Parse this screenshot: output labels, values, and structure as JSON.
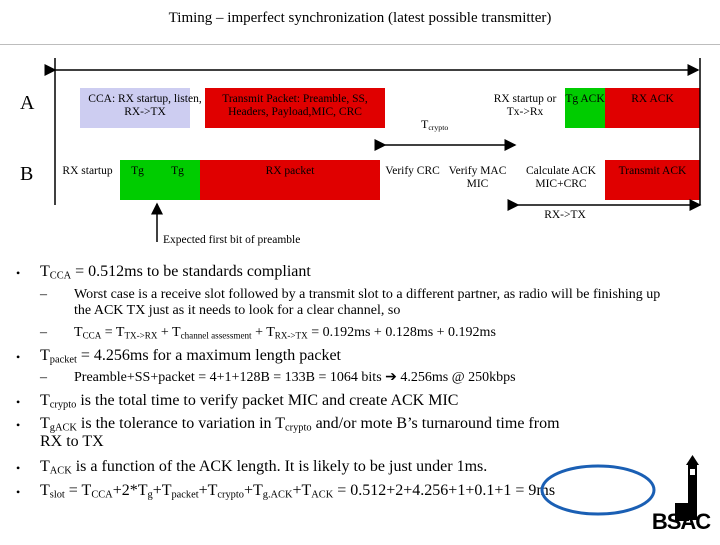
{
  "title": "Timing – imperfect synchronization (latest possible transmitter)",
  "rows": {
    "a": "A",
    "b": "B"
  },
  "row_a": {
    "cca": "CCA: RX startup, listen, RX->TX",
    "tx_packet": "Transmit Packet: Preamble, SS, Headers, Payload,MIC, CRC",
    "t_crypto": "T",
    "t_crypto_sub": "crypto",
    "rx_startup": "RX startup or Tx->Rx",
    "tg_ack": "Tg ACK",
    "rx_ack": "RX ACK"
  },
  "row_b": {
    "rx_startup": "RX startup",
    "tg1": "Tg",
    "tg2": "Tg",
    "rx_packet": "RX packet",
    "verify_crc": "Verify CRC",
    "verify_mac": "Verify MAC MIC",
    "calc_ack": "Calculate ACK MIC+CRC",
    "transmit_ack": "Transmit ACK",
    "rx_tx": "RX->TX"
  },
  "expected_label": "Expected first bit of preamble",
  "bullets": {
    "tcca_main": "T",
    "tcca_sub": "CCA",
    "tcca_rest": " = 0.512ms to be standards compliant",
    "worst_case": "Worst case is a receive slot followed by a transmit slot to a different partner, as radio will be finishing up the ACK TX just as it needs to look for a clear channel, so",
    "eq_t": "T",
    "eq_cca": "CCA",
    "eq_eq": " = T",
    "eq_txrx": "TX->RX",
    "eq_plus": " + T",
    "eq_chan": "channel assessment",
    "eq_plus2": " + T",
    "eq_rxtx": "RX->TX",
    "eq_vals": " = 0.192ms + 0.128ms + 0.192ms",
    "tpacket_t": "T",
    "tpacket_sub": "packet",
    "tpacket_rest": " = 4.256ms for a maximum length packet",
    "preamble": "Preamble+SS+packet = 4+1+128B = 133B = 1064 bits",
    "preamble_arrow": "➔",
    "preamble_rest": " 4.256ms @ 250kbps",
    "tcrypto_t": "T",
    "tcrypto_sub": "crypto",
    "tcrypto_rest": " is the total time to verify packet MIC and create ACK MIC",
    "tgack_t": "T",
    "tgack_sub": "gACK",
    "tgack_rest1": " is the tolerance to variation in T",
    "tgack_sub2": "crypto",
    "tgack_rest2": " and/or mote B’s turnaround time from",
    "tgack_line2": "RX to TX",
    "tack_t": "T",
    "tack_sub": "ACK",
    "tack_rest": " is a function of the ACK length.  It is likely to be just under 1ms.",
    "tslot_t": "T",
    "tslot_sub": "slot",
    "tslot_eq": " = T",
    "tslot_cca": "CCA",
    "tslot_p1": "+2*T",
    "tslot_g": "g",
    "tslot_p2": "+T",
    "tslot_packet": "packet",
    "tslot_p3": "+T",
    "tslot_crypto": "crypto",
    "tslot_p4": "+T",
    "tslot_gack": "g.ACK",
    "tslot_p5": "+T",
    "tslot_ack": "ACK",
    "tslot_vals": " = 0.512+2+4.256+1+0.1+1 = 9ms"
  },
  "logo_text": "BSAC",
  "colors": {
    "red": "#e00000",
    "green": "#00cc00",
    "cca_blue": "#c8c8f0",
    "circle": "#1a5fb4"
  }
}
